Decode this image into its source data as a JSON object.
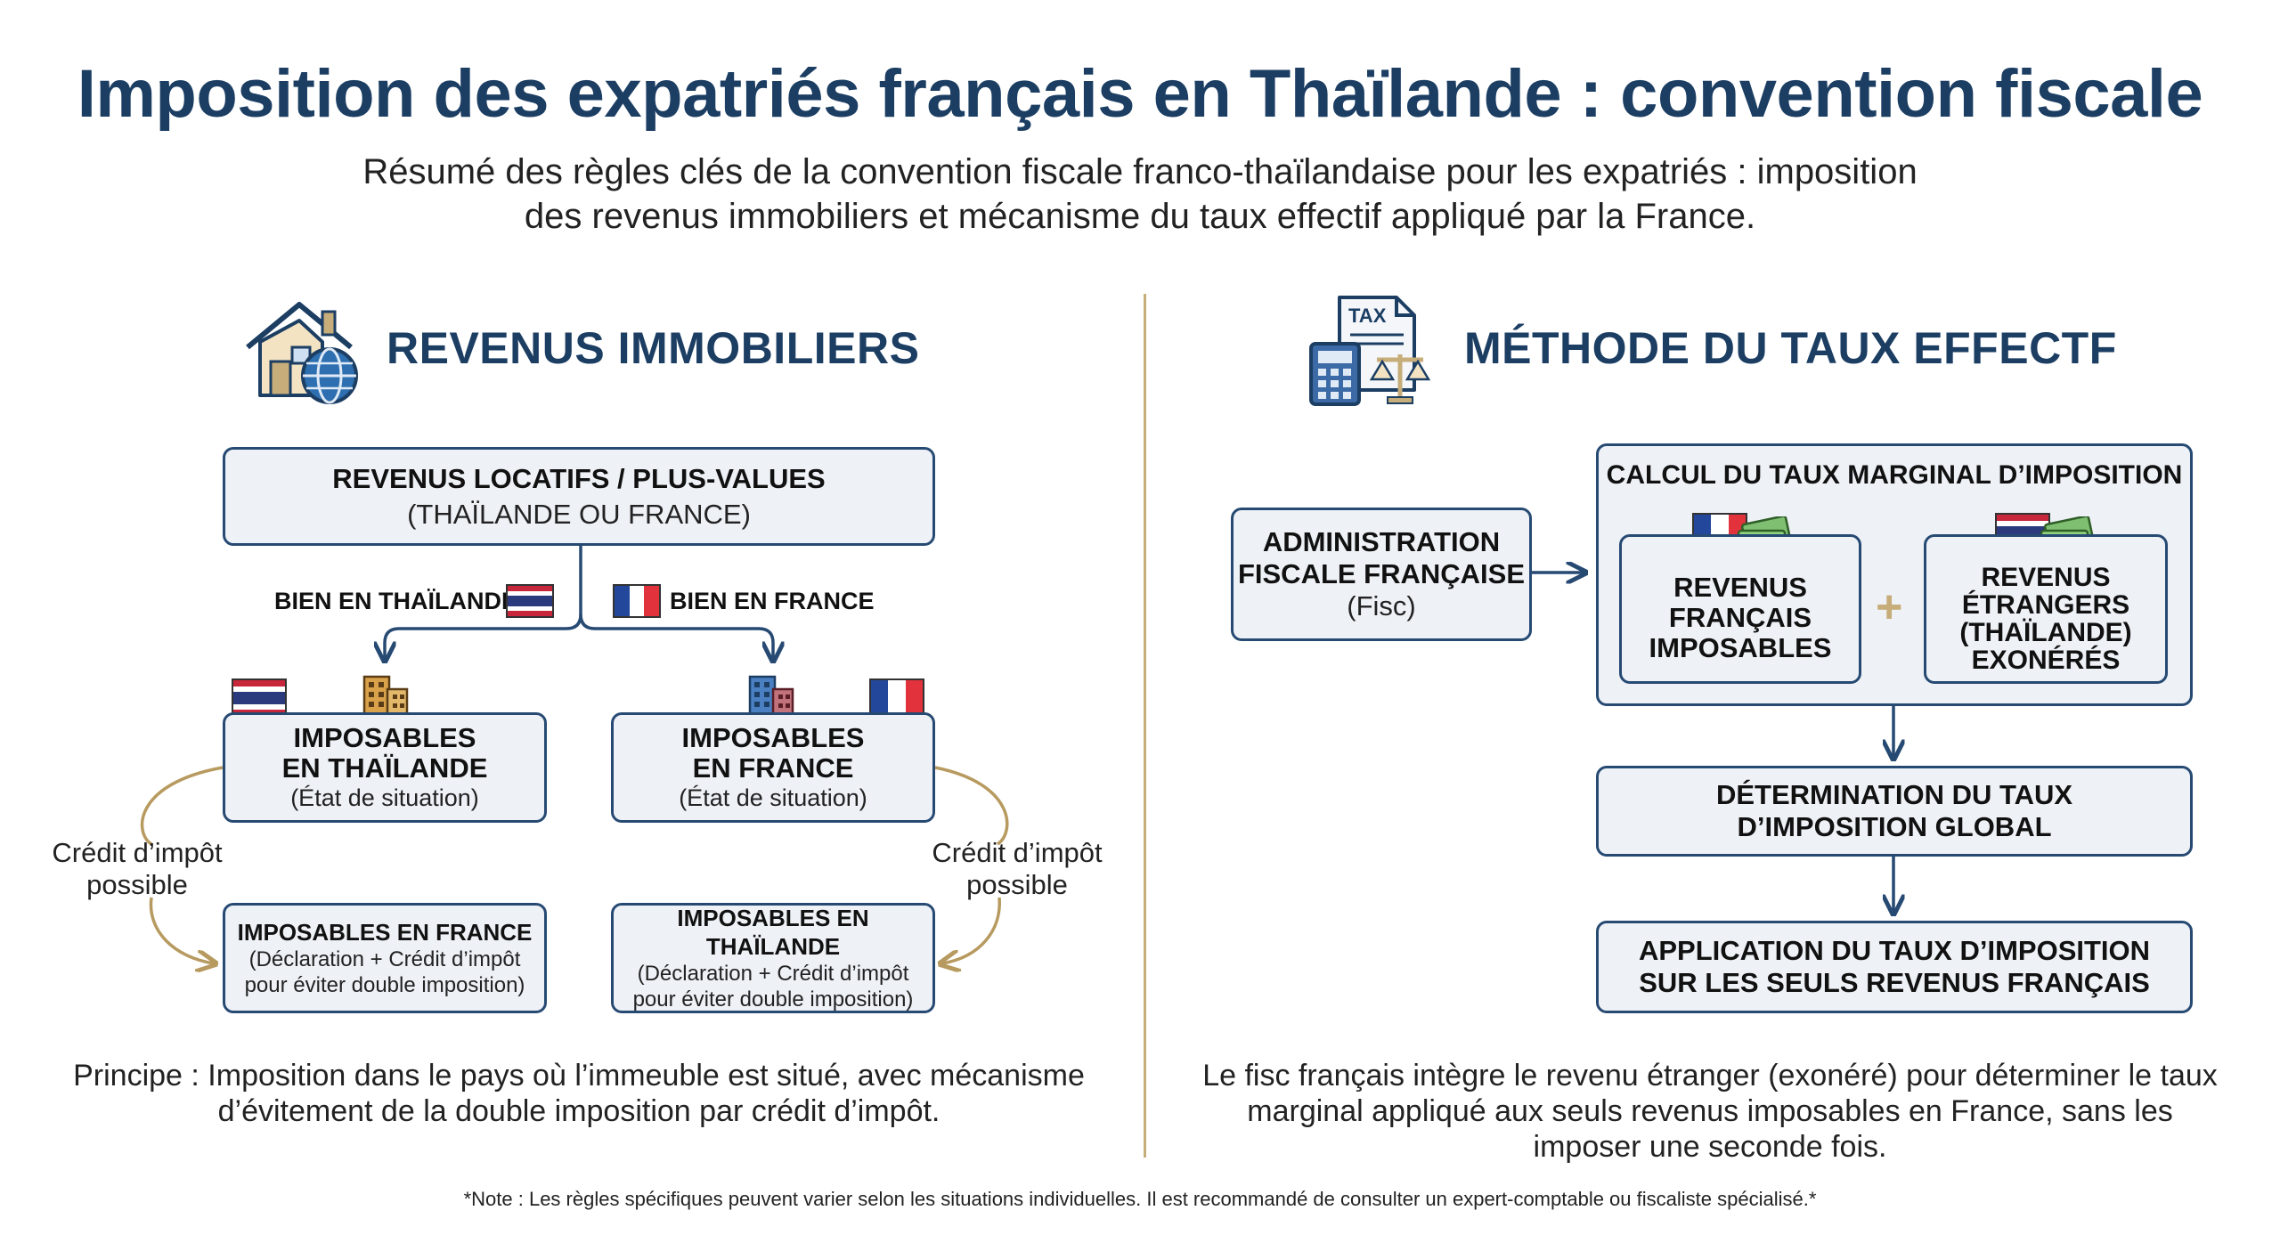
{
  "header": {
    "title": "Imposition des expatriés français en Thaïlande : convention fiscale",
    "subtitle_line1": "Résumé des règles clés de la convention fiscale franco-thaïlandaise pour les expatriés : imposition",
    "subtitle_line2": "des revenus immobiliers et mécanisme du taux effectif appliqué par la France."
  },
  "left": {
    "section_title": "REVENUS IMMOBILIERS",
    "top_box": {
      "title": "REVENUS LOCATIFS / PLUS-VALUES",
      "subtitle": "(THAÏLANDE OU FRANCE)"
    },
    "branch_thailand_label": "BIEN EN THAÏLANDE",
    "branch_france_label": "BIEN EN FRANCE",
    "box_th": {
      "line1": "IMPOSABLES",
      "line2": "EN THAÏLANDE",
      "sub": "(État de situation)"
    },
    "box_fr": {
      "line1": "IMPOSABLES",
      "line2": "EN FRANCE",
      "sub": "(État de situation)"
    },
    "credit_left": {
      "line1": "Crédit d’impôt",
      "line2": "possible"
    },
    "credit_right": {
      "line1": "Crédit d’impôt",
      "line2": "possible"
    },
    "bottom_left": {
      "title": "IMPOSABLES EN FRANCE",
      "line1": "(Déclaration + Crédit d’impôt",
      "line2": "pour éviter double imposition)"
    },
    "bottom_right": {
      "title": "IMPOSABLES EN THAÏLANDE",
      "line1": "(Déclaration + Crédit d’impôt",
      "line2": "pour éviter double imposition)"
    },
    "principle_line1": "Principe : Imposition dans le pays où l’immeuble est situé, avec mécanisme",
    "principle_line2": "d’évitement de la double imposition par crédit d’impôt."
  },
  "right": {
    "section_title": "MÉTHODE DU TAUX EFFECTF",
    "admin_box": {
      "line1": "ADMINISTRATION",
      "line2": "FISCALE FRANÇAISE",
      "sub": "(Fisc)"
    },
    "calc_box_title": "CALCUL DU TAUX MARGINAL D’IMPOSITION",
    "rev_fr": {
      "line1": "REVENUS",
      "line2": "FRANÇAIS",
      "line3": "IMPOSABLES"
    },
    "plus": "+",
    "rev_etr": {
      "line1": "REVENUS",
      "line2": "ÉTRANGERS",
      "line3": "(THAÏLANDE)",
      "line4": "EXONÉRÉS"
    },
    "determination": {
      "line1": "DÉTERMINATION DU TAUX",
      "line2": "D’IMPOSITION GLOBAL"
    },
    "application": {
      "line1": "APPLICATION DU TAUX D’IMPOSITION",
      "line2": "SUR LES SEULS REVENUS FRANÇAIS"
    },
    "para_line1": "Le fisc français intègre le revenu étranger (exonéré) pour déterminer le taux",
    "para_line2": "marginal appliqué aux seuls revenus imposables en France, sans les",
    "para_line3": "imposer une seconde fois.",
    "tax_icon_text": "TAX"
  },
  "note": "*Note : Les règles spécifiques peuvent varier selon les situations individuelles. Il est recommandé de consulter un expert-comptable ou fiscaliste spécialisé.*",
  "colors": {
    "navy": "#1c3e63",
    "gold": "#c7ad7a",
    "box_border": "#274a73",
    "box_fill": "#eef2f7"
  },
  "icons": [
    "house-globe-icon",
    "tax-calculator-scale-icon",
    "thailand-flag-icon",
    "france-flag-icon",
    "building-icon",
    "money-icon",
    "arrow-icon"
  ]
}
